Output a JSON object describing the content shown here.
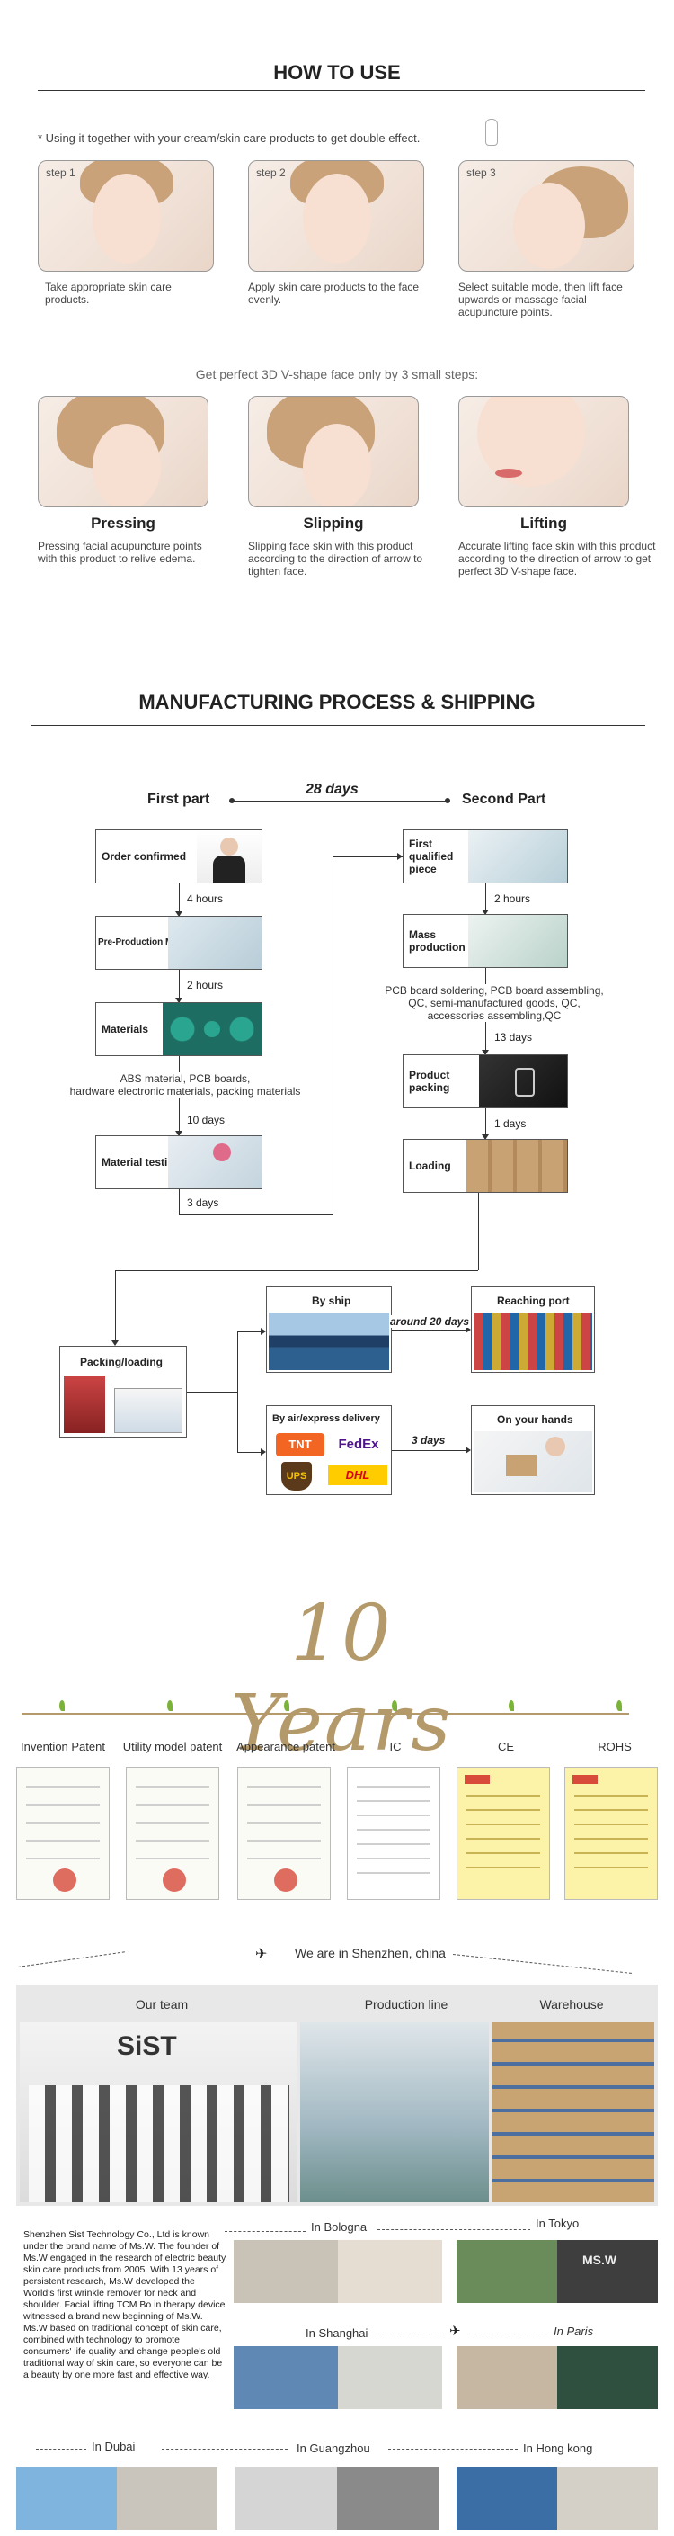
{
  "how_to_use": {
    "title": "HOW TO USE",
    "note": "* Using it together with your cream/skin care products to get double effect.",
    "steps": [
      {
        "label": "step 1",
        "text": "Take appropriate skin care products."
      },
      {
        "label": "step 2",
        "text": "Apply skin care products to the face evenly."
      },
      {
        "label": "step 3",
        "text": "Select suitable mode, then lift face upwards or massage facial acupuncture points."
      }
    ],
    "subtitle": "Get perfect 3D V-shape face only by 3 small steps:",
    "methods": [
      {
        "title": "Pressing",
        "text": "Pressing facial acupuncture points with this product to relive edema."
      },
      {
        "title": "Slipping",
        "text": "Slipping face skin with this product according to the direction of arrow to tighten face."
      },
      {
        "title": "Lifting",
        "text": "Accurate lifting face skin with this product according to the direction of arrow to get perfect 3D V-shape face."
      }
    ]
  },
  "manufacturing": {
    "title": "MANUFACTURING PROCESS & SHIPPING",
    "first_part": "First part",
    "second_part": "Second Part",
    "total": "28 days",
    "first": [
      {
        "label": "Order confirmed"
      },
      {
        "label": "Pre-Production Meeting"
      },
      {
        "label": "Materials"
      },
      {
        "label": "Material testing"
      }
    ],
    "first_durations": [
      "4 hours",
      "2 hours",
      "10 days",
      "3 days"
    ],
    "materials_note": "ABS material, PCB boards,\nhardware electronic materials, packing materials",
    "second": [
      {
        "label": "First qualified piece"
      },
      {
        "label": "Mass production"
      },
      {
        "label": "Product packing"
      },
      {
        "label": "Loading"
      }
    ],
    "second_durations": [
      "2 hours",
      "13 days",
      "1 days"
    ],
    "mass_note": "PCB board soldering, PCB board assembling,\nQC, semi-manufactured goods, QC,\naccessories assembling,QC",
    "shipping": {
      "packing": "Packing/loading",
      "by_ship": "By ship",
      "ship_time": "around 20 days",
      "reaching_port": "Reaching port",
      "by_air": "By air/express delivery",
      "air_time": "3 days",
      "on_hands": "On your hands",
      "carriers": [
        "TNT",
        "FedEx",
        "UPS",
        "DHL"
      ]
    }
  },
  "certificates": {
    "logo": "10 Years",
    "items": [
      {
        "label": "Invention Patent"
      },
      {
        "label": "Utility model patent"
      },
      {
        "label": "Appearance patent"
      },
      {
        "label": "IC"
      },
      {
        "label": "CE"
      },
      {
        "label": "ROHS"
      }
    ]
  },
  "company": {
    "location_banner": "We are in Shenzhen, china",
    "sections": [
      "Our team",
      "Production line",
      "Warehouse"
    ],
    "brand_sign": "SiST",
    "about": "Shenzhen Sist Technology Co., Ltd is known under the brand name of Ms.W. The founder of Ms.W engaged in the research of electric beauty skin care products from 2005. With 13 years of persistent research, Ms.W developed the World's first wrinkle remover for neck and shoulder. Facial lifting TCM Bo in therapy device witnessed a brand new beginning of Ms.W.\nMs.W based on traditional concept of skin care, combined with technology to promote consumers' life quality and change people's old traditional way of skin care, so everyone can be a beauty by one more fast and effective way.",
    "cities": [
      "In Bologna",
      "In Tokyo",
      "In Shanghai",
      "In Paris",
      "In Dubai",
      "In Guangzhou",
      "In Hong kong"
    ],
    "shop_sign": "MS.W"
  },
  "colors": {
    "accent_red": "#d84a3a",
    "cert_yellow": "#fdf3a8",
    "gold": "#b49a6a",
    "leaf_green": "#7bb33a"
  }
}
